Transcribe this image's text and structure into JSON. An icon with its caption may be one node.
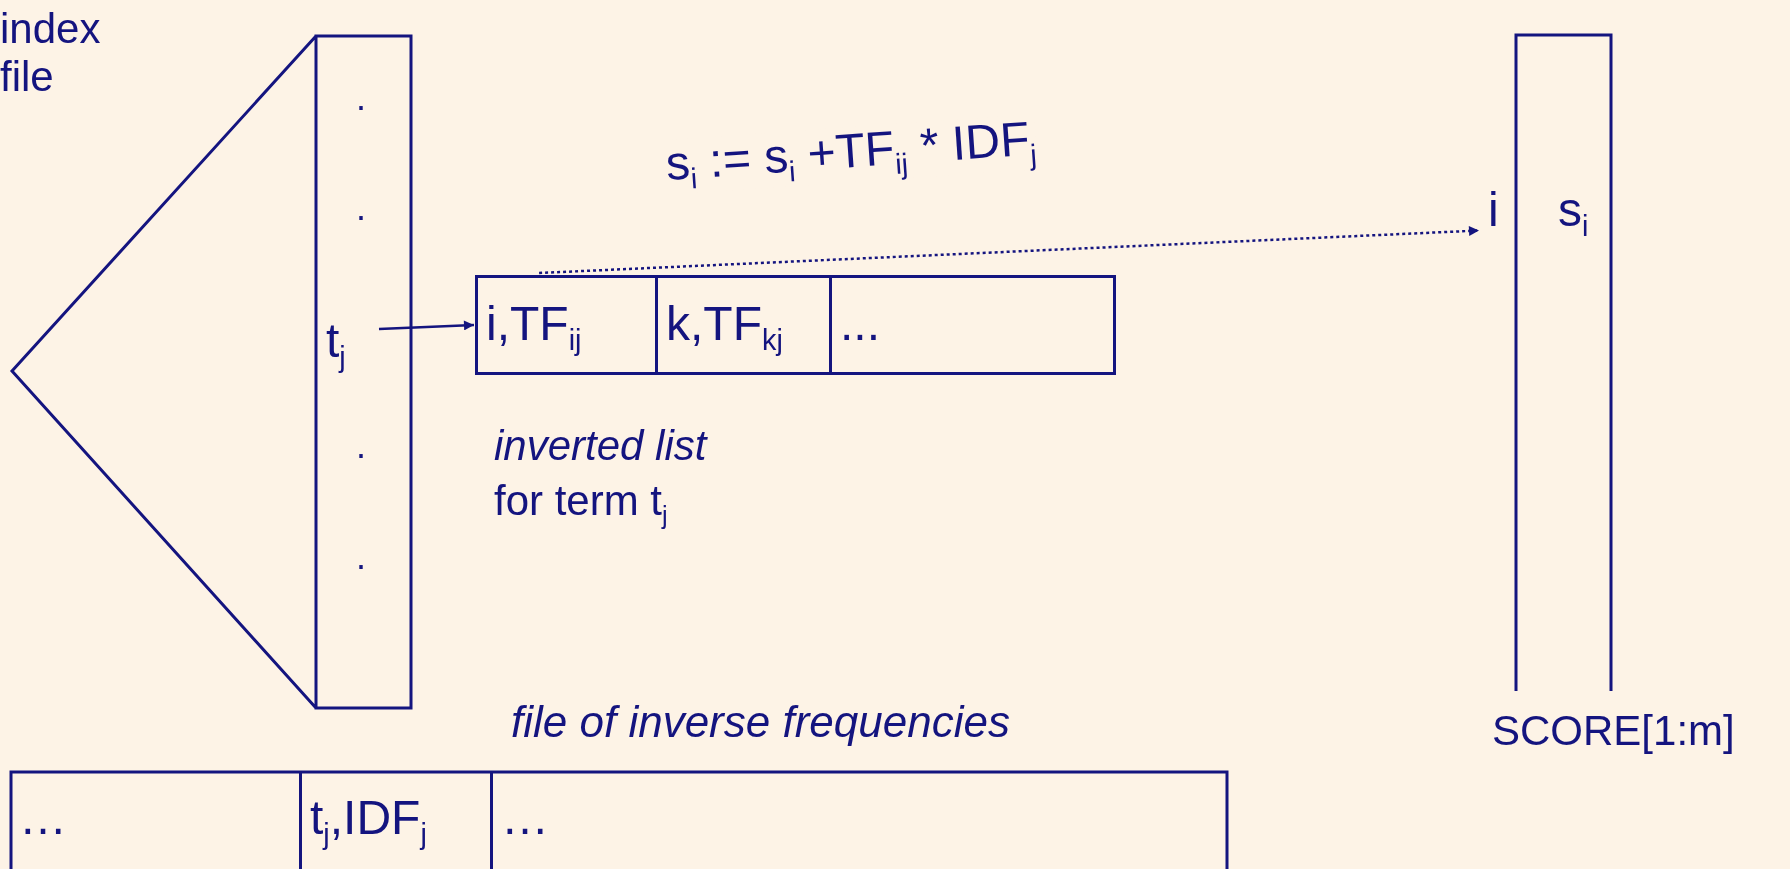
{
  "diagram": {
    "nodes": [
      {
        "text": [
          "index file",
          ".",
          ".",
          ".",
          "."
        ]
      },
      {
        "text": [
          "t$_{j}$"
        ],
        "in": 0
      },
      {
        "text": [],
        "shape": "box",
        "beside": [
          "inverted list",
          "for term t$_{j}$"
        ]
      },
      {
        "text": [
          "i,TF$_{ij}$"
        ],
        "in": 2
      },
      {
        "text": [
          "k,TF$_{kj}$"
        ],
        "in": 2
      },
      {
        "text": [
          "..."
        ],
        "in": 2
      },
      {
        "text": [
          "SCORE[1:m]"
        ]
      },
      {
        "text": [
          "s$_{i}$"
        ],
        "in": 6,
        "beside": [
          "i"
        ]
      },
      {
        "text": [
          "file of inverse frequencies"
        ]
      },
      {
        "text": [
          "…"
        ],
        "in": 8
      },
      {
        "text": [
          "t$_{j}$,IDF$_{j}$"
        ],
        "in": 8
      },
      {
        "text": [
          "…"
        ],
        "in": 8
      }
    ],
    "edges": [
      {
        "from": 1,
        "to": 2,
        "arrow": "to"
      },
      {
        "from": 2,
        "to": 7,
        "arrow": "to",
        "style": "dashed",
        "label": "s$_{i}$ := s$_{i}$ +TF$_{ij}$ * IDF$_{j}$"
      }
    ]
  }
}
